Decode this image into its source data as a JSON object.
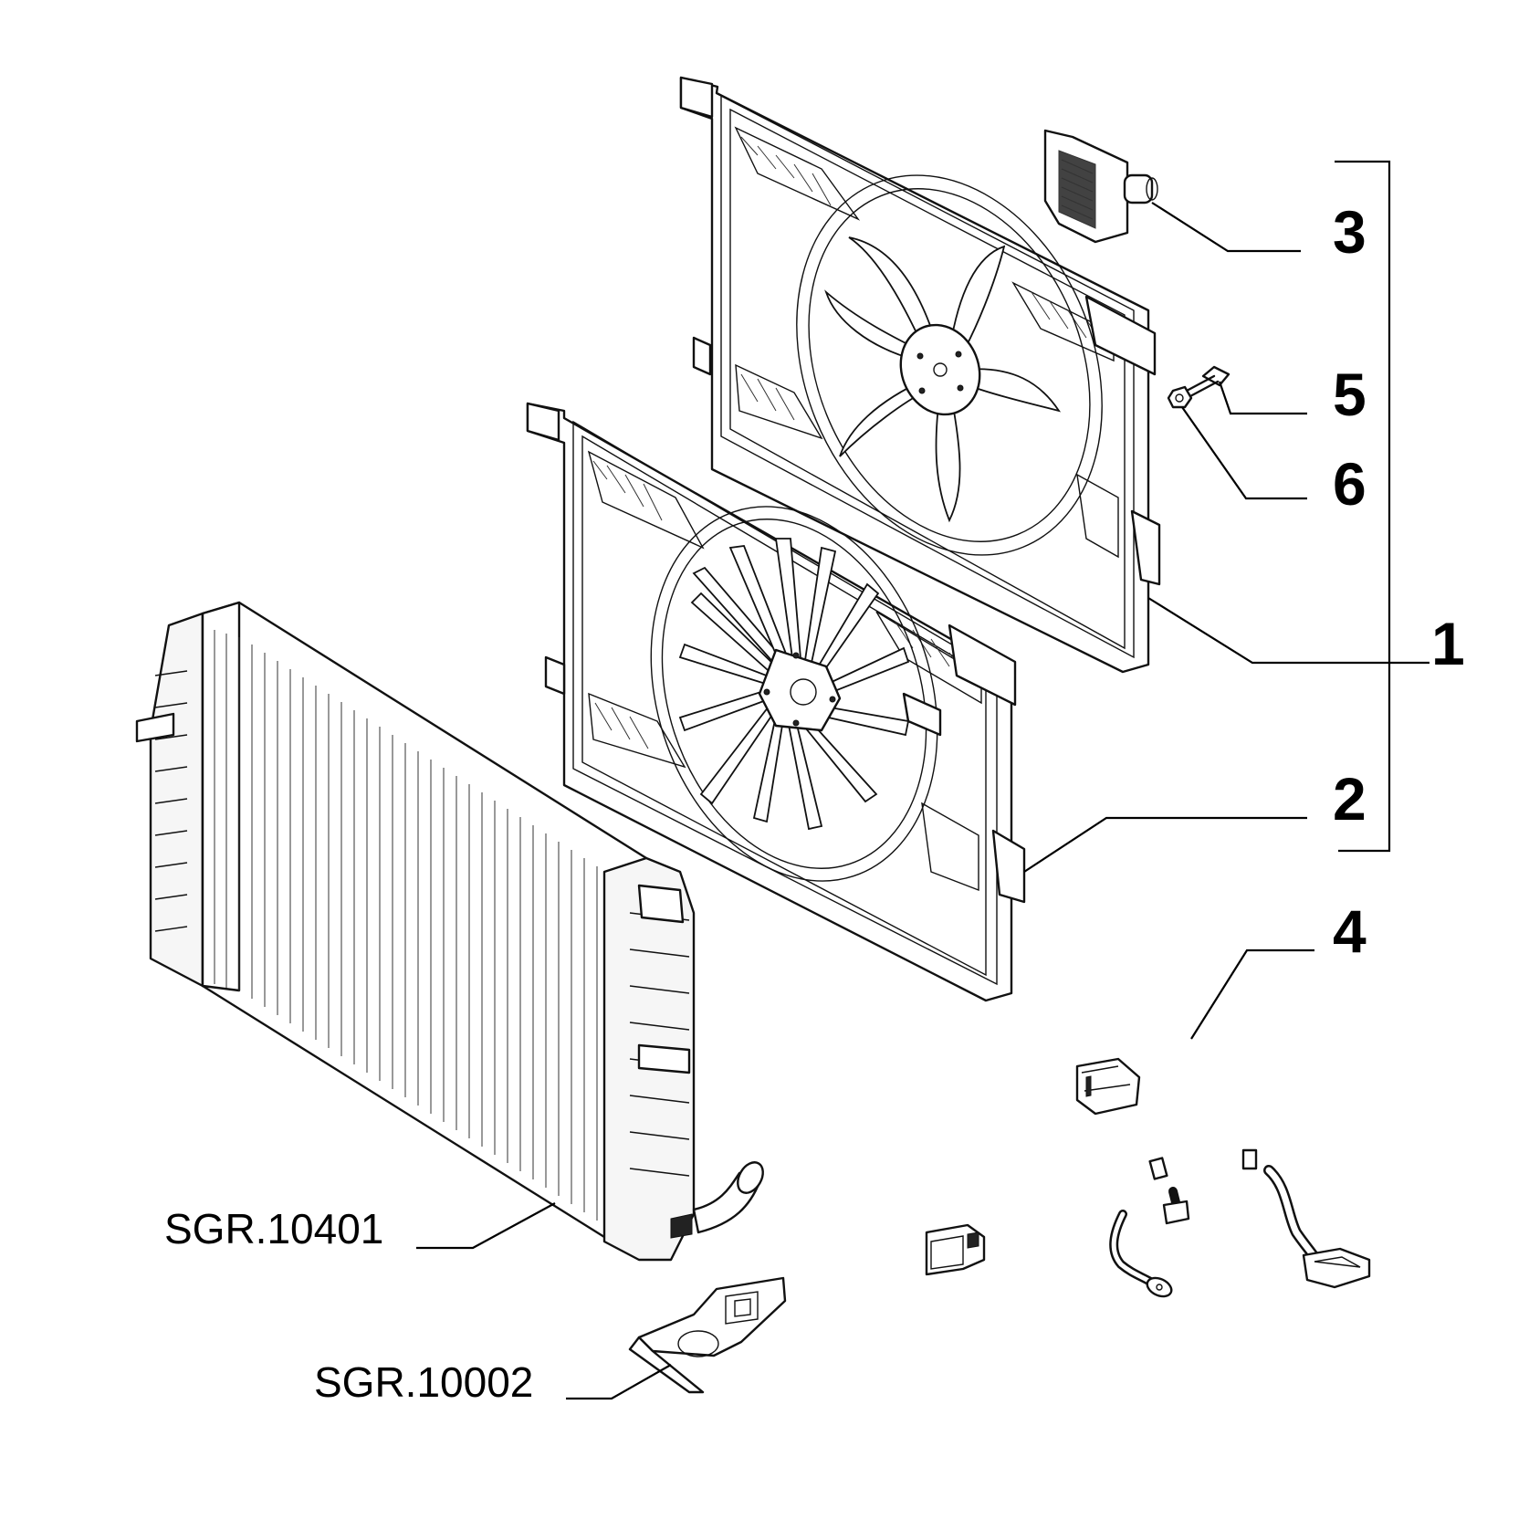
{
  "diagram": {
    "callouts": [
      {
        "id": "c3",
        "text": "3"
      },
      {
        "id": "c5",
        "text": "5"
      },
      {
        "id": "c6",
        "text": "6"
      },
      {
        "id": "c1",
        "text": "1"
      },
      {
        "id": "c2",
        "text": "2"
      },
      {
        "id": "c4",
        "text": "4"
      }
    ],
    "references": [
      {
        "id": "r1",
        "text": "SGR.10401"
      },
      {
        "id": "r2",
        "text": "SGR.10002"
      }
    ]
  },
  "colors": {
    "line": "#111111",
    "background": "#ffffff"
  }
}
